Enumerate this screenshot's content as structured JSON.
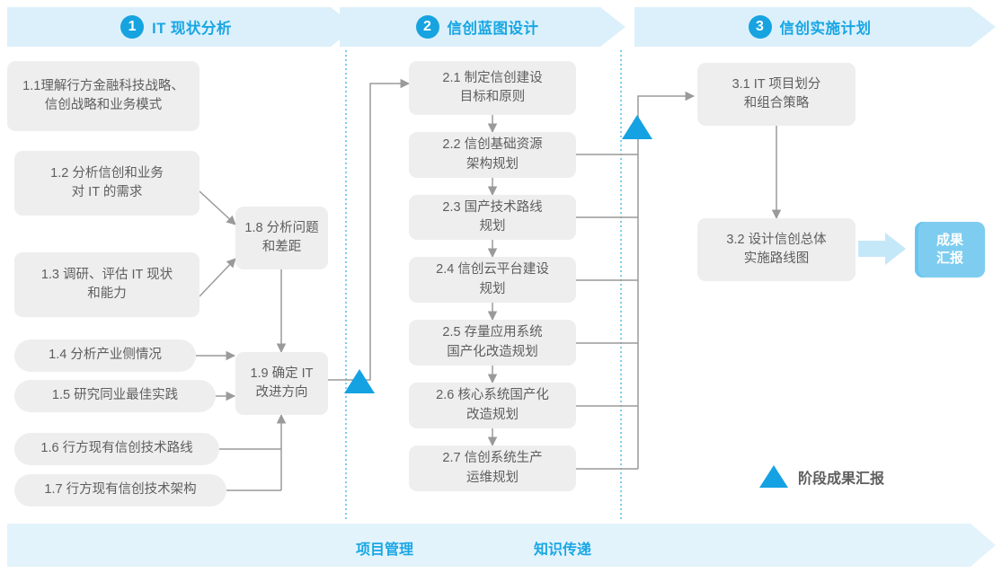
{
  "phases": [
    {
      "num": "1",
      "title": "IT 现状分析"
    },
    {
      "num": "2",
      "title": "信创蓝图设计"
    },
    {
      "num": "3",
      "title": "信创实施计划"
    }
  ],
  "phase1_boxes": [
    {
      "id": "1.1",
      "text": "1.1理解行方金融科技战略、\n信创战略和业务模式"
    },
    {
      "id": "1.2",
      "text": "1.2 分析信创和业务\n对 IT 的需求"
    },
    {
      "id": "1.3",
      "text": "1.3 调研、评估 IT 现状\n和能力"
    },
    {
      "id": "1.4",
      "text": "1.4 分析产业侧情况"
    },
    {
      "id": "1.5",
      "text": "1.5 研究同业最佳实践"
    },
    {
      "id": "1.6",
      "text": "1.6 行方现有信创技术路线"
    },
    {
      "id": "1.7",
      "text": "1.7 行方现有信创技术架构"
    },
    {
      "id": "1.8",
      "text": "1.8 分析问题\n和差距"
    },
    {
      "id": "1.9",
      "text": "1.9 确定 IT\n改进方向"
    }
  ],
  "phase2_boxes": [
    {
      "id": "2.1",
      "text": "2.1 制定信创建设\n目标和原则"
    },
    {
      "id": "2.2",
      "text": "2.2 信创基础资源\n架构规划"
    },
    {
      "id": "2.3",
      "text": "2.3 国产技术路线\n规划"
    },
    {
      "id": "2.4",
      "text": "2.4 信创云平台建设\n规划"
    },
    {
      "id": "2.5",
      "text": "2.5 存量应用系统\n国产化改造规划"
    },
    {
      "id": "2.6",
      "text": "2.6 核心系统国产化\n改造规划"
    },
    {
      "id": "2.7",
      "text": "2.7 信创系统生产\n运维规划"
    }
  ],
  "phase3_boxes": [
    {
      "id": "3.1",
      "text": "3.1 IT 项目划分\n和组合策略"
    },
    {
      "id": "3.2",
      "text": "3.2 设计信创总体\n实施路线图"
    }
  ],
  "result": {
    "text": "成果\n汇报"
  },
  "legend": {
    "label": "阶段成果汇报"
  },
  "bottom": {
    "labels": [
      {
        "text": "项目管理"
      },
      {
        "text": "知识传递"
      }
    ]
  },
  "colors": {
    "brand_blue": "#18a6e3",
    "band_blue": "#dcf0fb",
    "triangle_blue": "#14a2e3",
    "result_blue": "#7ecdf0",
    "box_gray": "#eeeeee",
    "text_gray": "#5e5e5e",
    "line_gray": "#9a9a9a",
    "dotted_blue": "#35b4e8"
  }
}
